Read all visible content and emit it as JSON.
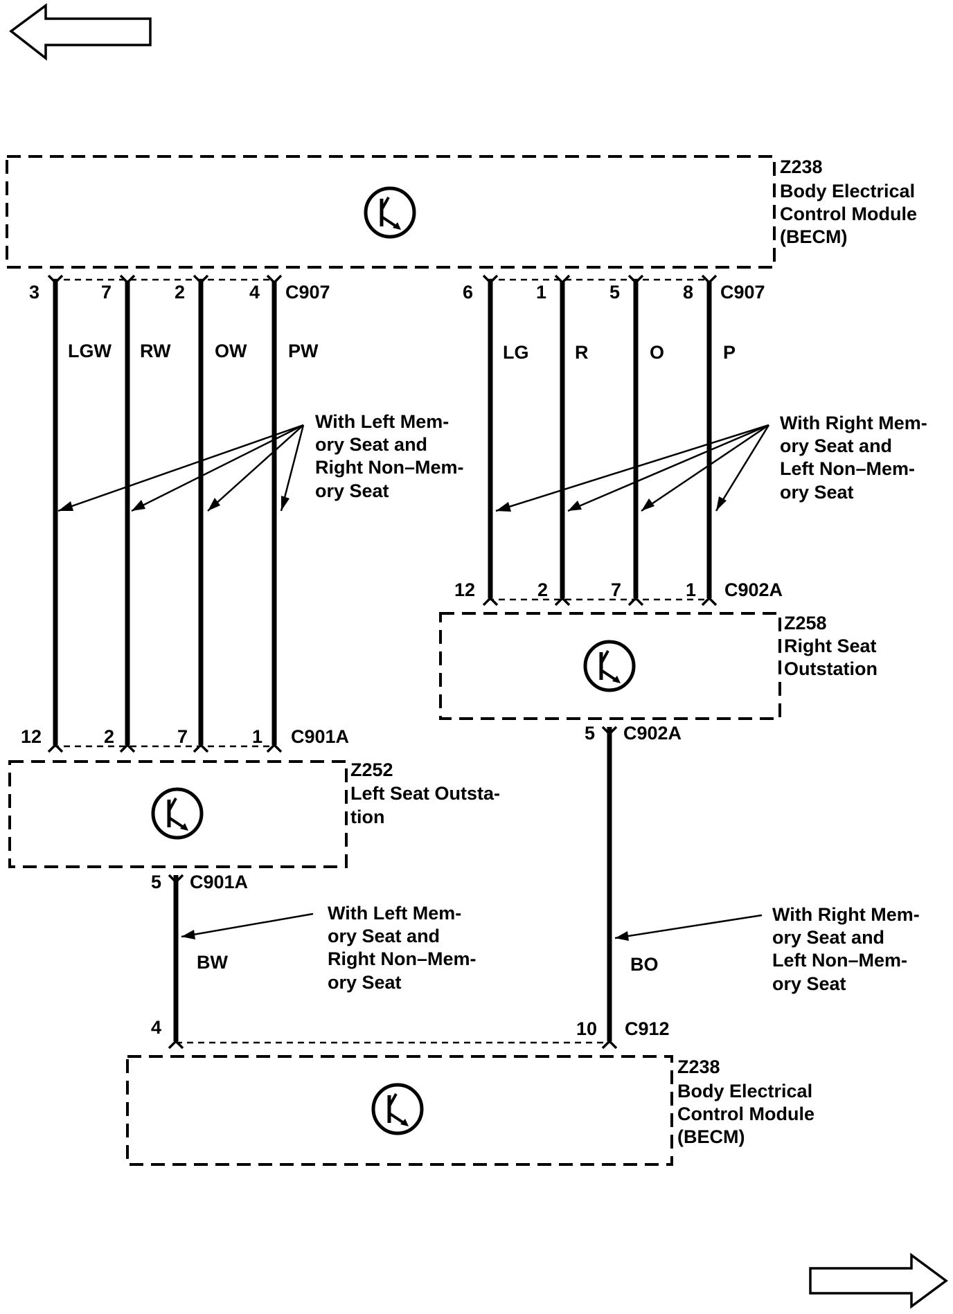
{
  "modules": {
    "becm_top": {
      "id": "Z238",
      "name": [
        "Body Electrical",
        "Control Module",
        "(BECM)"
      ]
    },
    "right_seat": {
      "id": "Z258",
      "name": [
        "Right Seat",
        "Outstation"
      ]
    },
    "left_seat": {
      "id": "Z252",
      "name": [
        "Left Seat Outsta-",
        "tion"
      ]
    },
    "becm_bottom": {
      "id": "Z238",
      "name": [
        "Body Electrical",
        "Control Module",
        "(BECM)"
      ]
    }
  },
  "connectors": {
    "c907_left": "C907",
    "c907_right": "C907",
    "c901a_top": "C901A",
    "c901a_bottom": "C901A",
    "c902a_top": "C902A",
    "c902a_bottom": "C902A",
    "c912": "C912"
  },
  "left_group": {
    "wires": [
      {
        "color": "LGW",
        "top_pin": "3",
        "bottom_pin": "12"
      },
      {
        "color": "RW",
        "top_pin": "7",
        "bottom_pin": "2"
      },
      {
        "color": "OW",
        "top_pin": "2",
        "bottom_pin": "7"
      },
      {
        "color": "PW",
        "top_pin": "4",
        "bottom_pin": "1"
      }
    ],
    "note": [
      "With Left Mem-",
      "ory Seat and",
      "Right Non–Mem-",
      "ory Seat"
    ]
  },
  "right_group": {
    "wires": [
      {
        "color": "LG",
        "top_pin": "6",
        "bottom_pin": "12"
      },
      {
        "color": "R",
        "top_pin": "1",
        "bottom_pin": "2"
      },
      {
        "color": "O",
        "top_pin": "5",
        "bottom_pin": "7"
      },
      {
        "color": "P",
        "top_pin": "8",
        "bottom_pin": "1"
      }
    ],
    "note": [
      "With Right Mem-",
      "ory Seat and",
      "Left Non–Mem-",
      "ory Seat"
    ]
  },
  "left_output": {
    "color": "BW",
    "top_pin": "5",
    "bottom_pin": "4",
    "note": [
      "With Left Mem-",
      "ory Seat and",
      "Right Non–Mem-",
      "ory Seat"
    ]
  },
  "right_output": {
    "color": "BO",
    "top_pin": "5",
    "bottom_pin": "10",
    "note": [
      "With Right Mem-",
      "ory Seat and",
      "Left Non–Mem-",
      "ory Seat"
    ]
  },
  "navigation": {
    "previous": "left-arrow-icon",
    "next": "right-arrow-icon"
  }
}
